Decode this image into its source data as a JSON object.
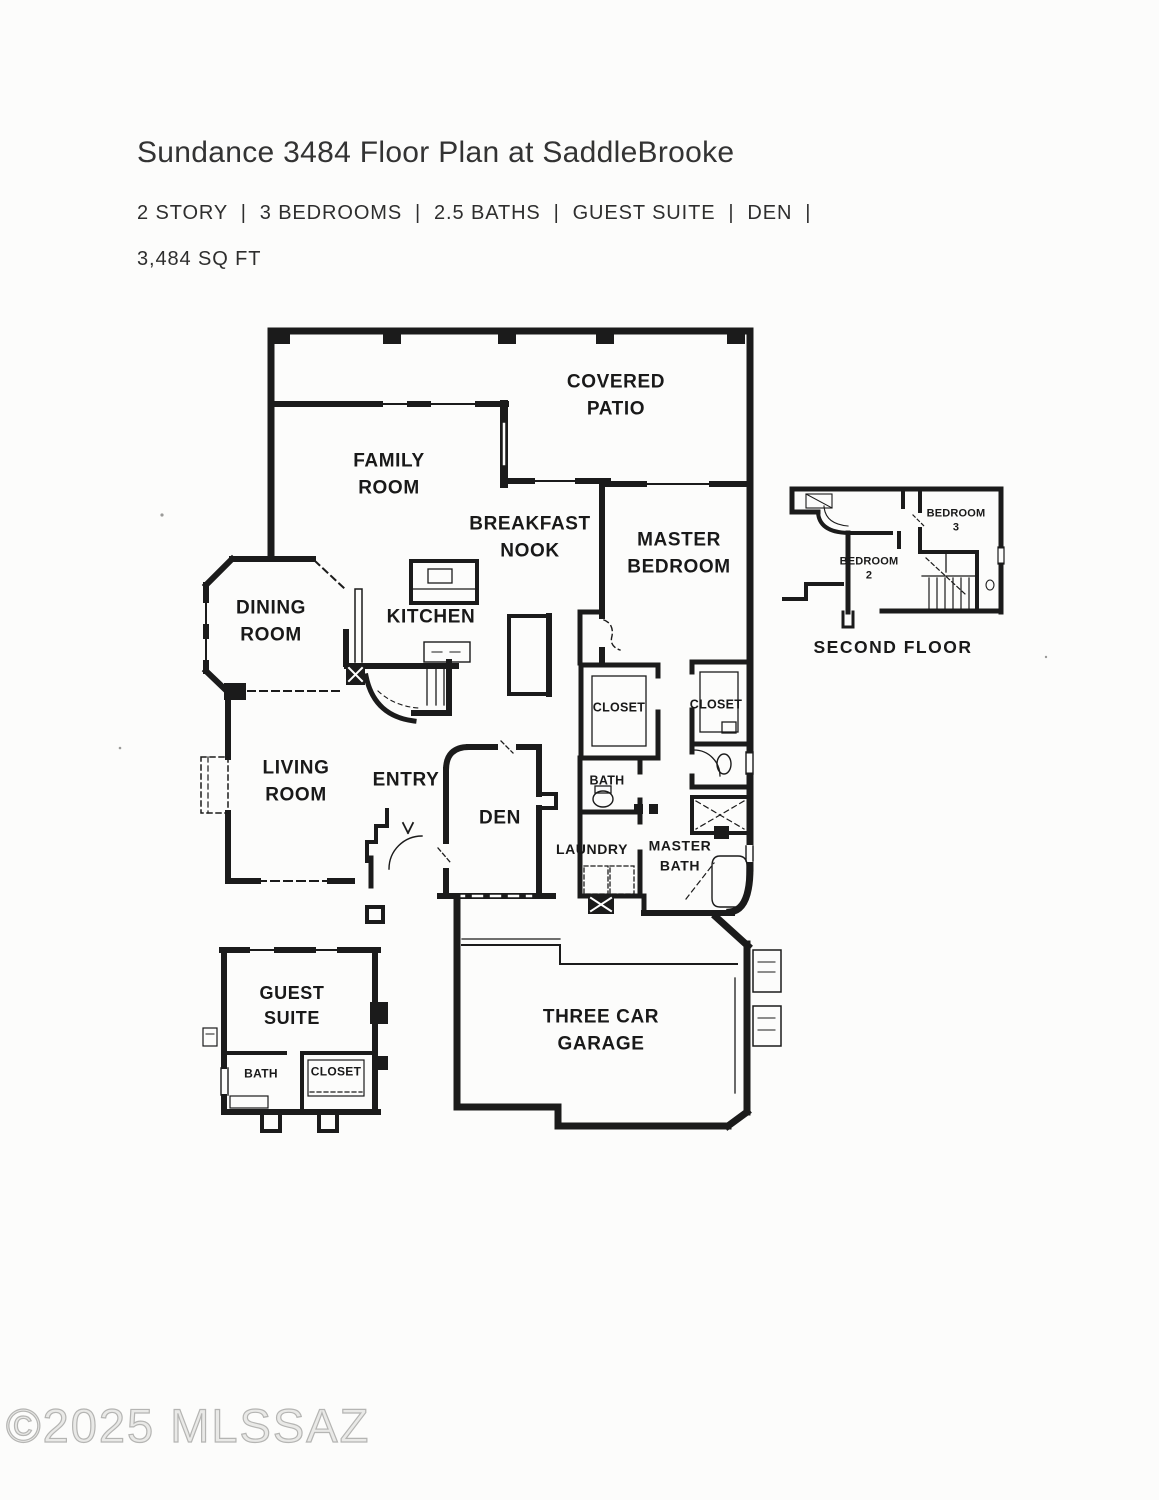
{
  "header": {
    "title": "Sundance 3484 Floor Plan at SaddleBrooke",
    "specs_line": "2 STORY  |  3 BEDROOMS  |  2.5 BATHS  |  GUEST SUITE  |  DEN  |",
    "area_line": "3,484 SQ FT"
  },
  "floor_plan": {
    "rooms": {
      "covered_patio": "COVERED\nPATIO",
      "family_room": "FAMILY\nROOM",
      "breakfast_nook": "BREAKFAST\nNOOK",
      "master_bedroom": "MASTER\nBEDROOM",
      "dining_room": "DINING\nROOM",
      "kitchen": "KITCHEN",
      "living_room": "LIVING\nROOM",
      "entry": "ENTRY",
      "den": "DEN",
      "closet_master_left": "CLOSET",
      "closet_master_right": "CLOSET",
      "bath": "BATH",
      "laundry": "LAUNDRY",
      "master_bath": "MASTER\nBATH",
      "guest_suite": "GUEST\nSUITE",
      "guest_bath": "BATH",
      "guest_closet": "CLOSET",
      "garage": "THREE CAR\nGARAGE"
    },
    "second_floor": {
      "bedroom_2": "BEDROOM\n2",
      "bedroom_3": "BEDROOM\n3",
      "caption": "SECOND FLOOR"
    }
  },
  "watermark": "©2025 MLSSAZ",
  "colors": {
    "ink": "#1b1b1b",
    "heading_text": "#333333",
    "watermark": "#c6c6c4",
    "paper": "#fcfcfb"
  }
}
